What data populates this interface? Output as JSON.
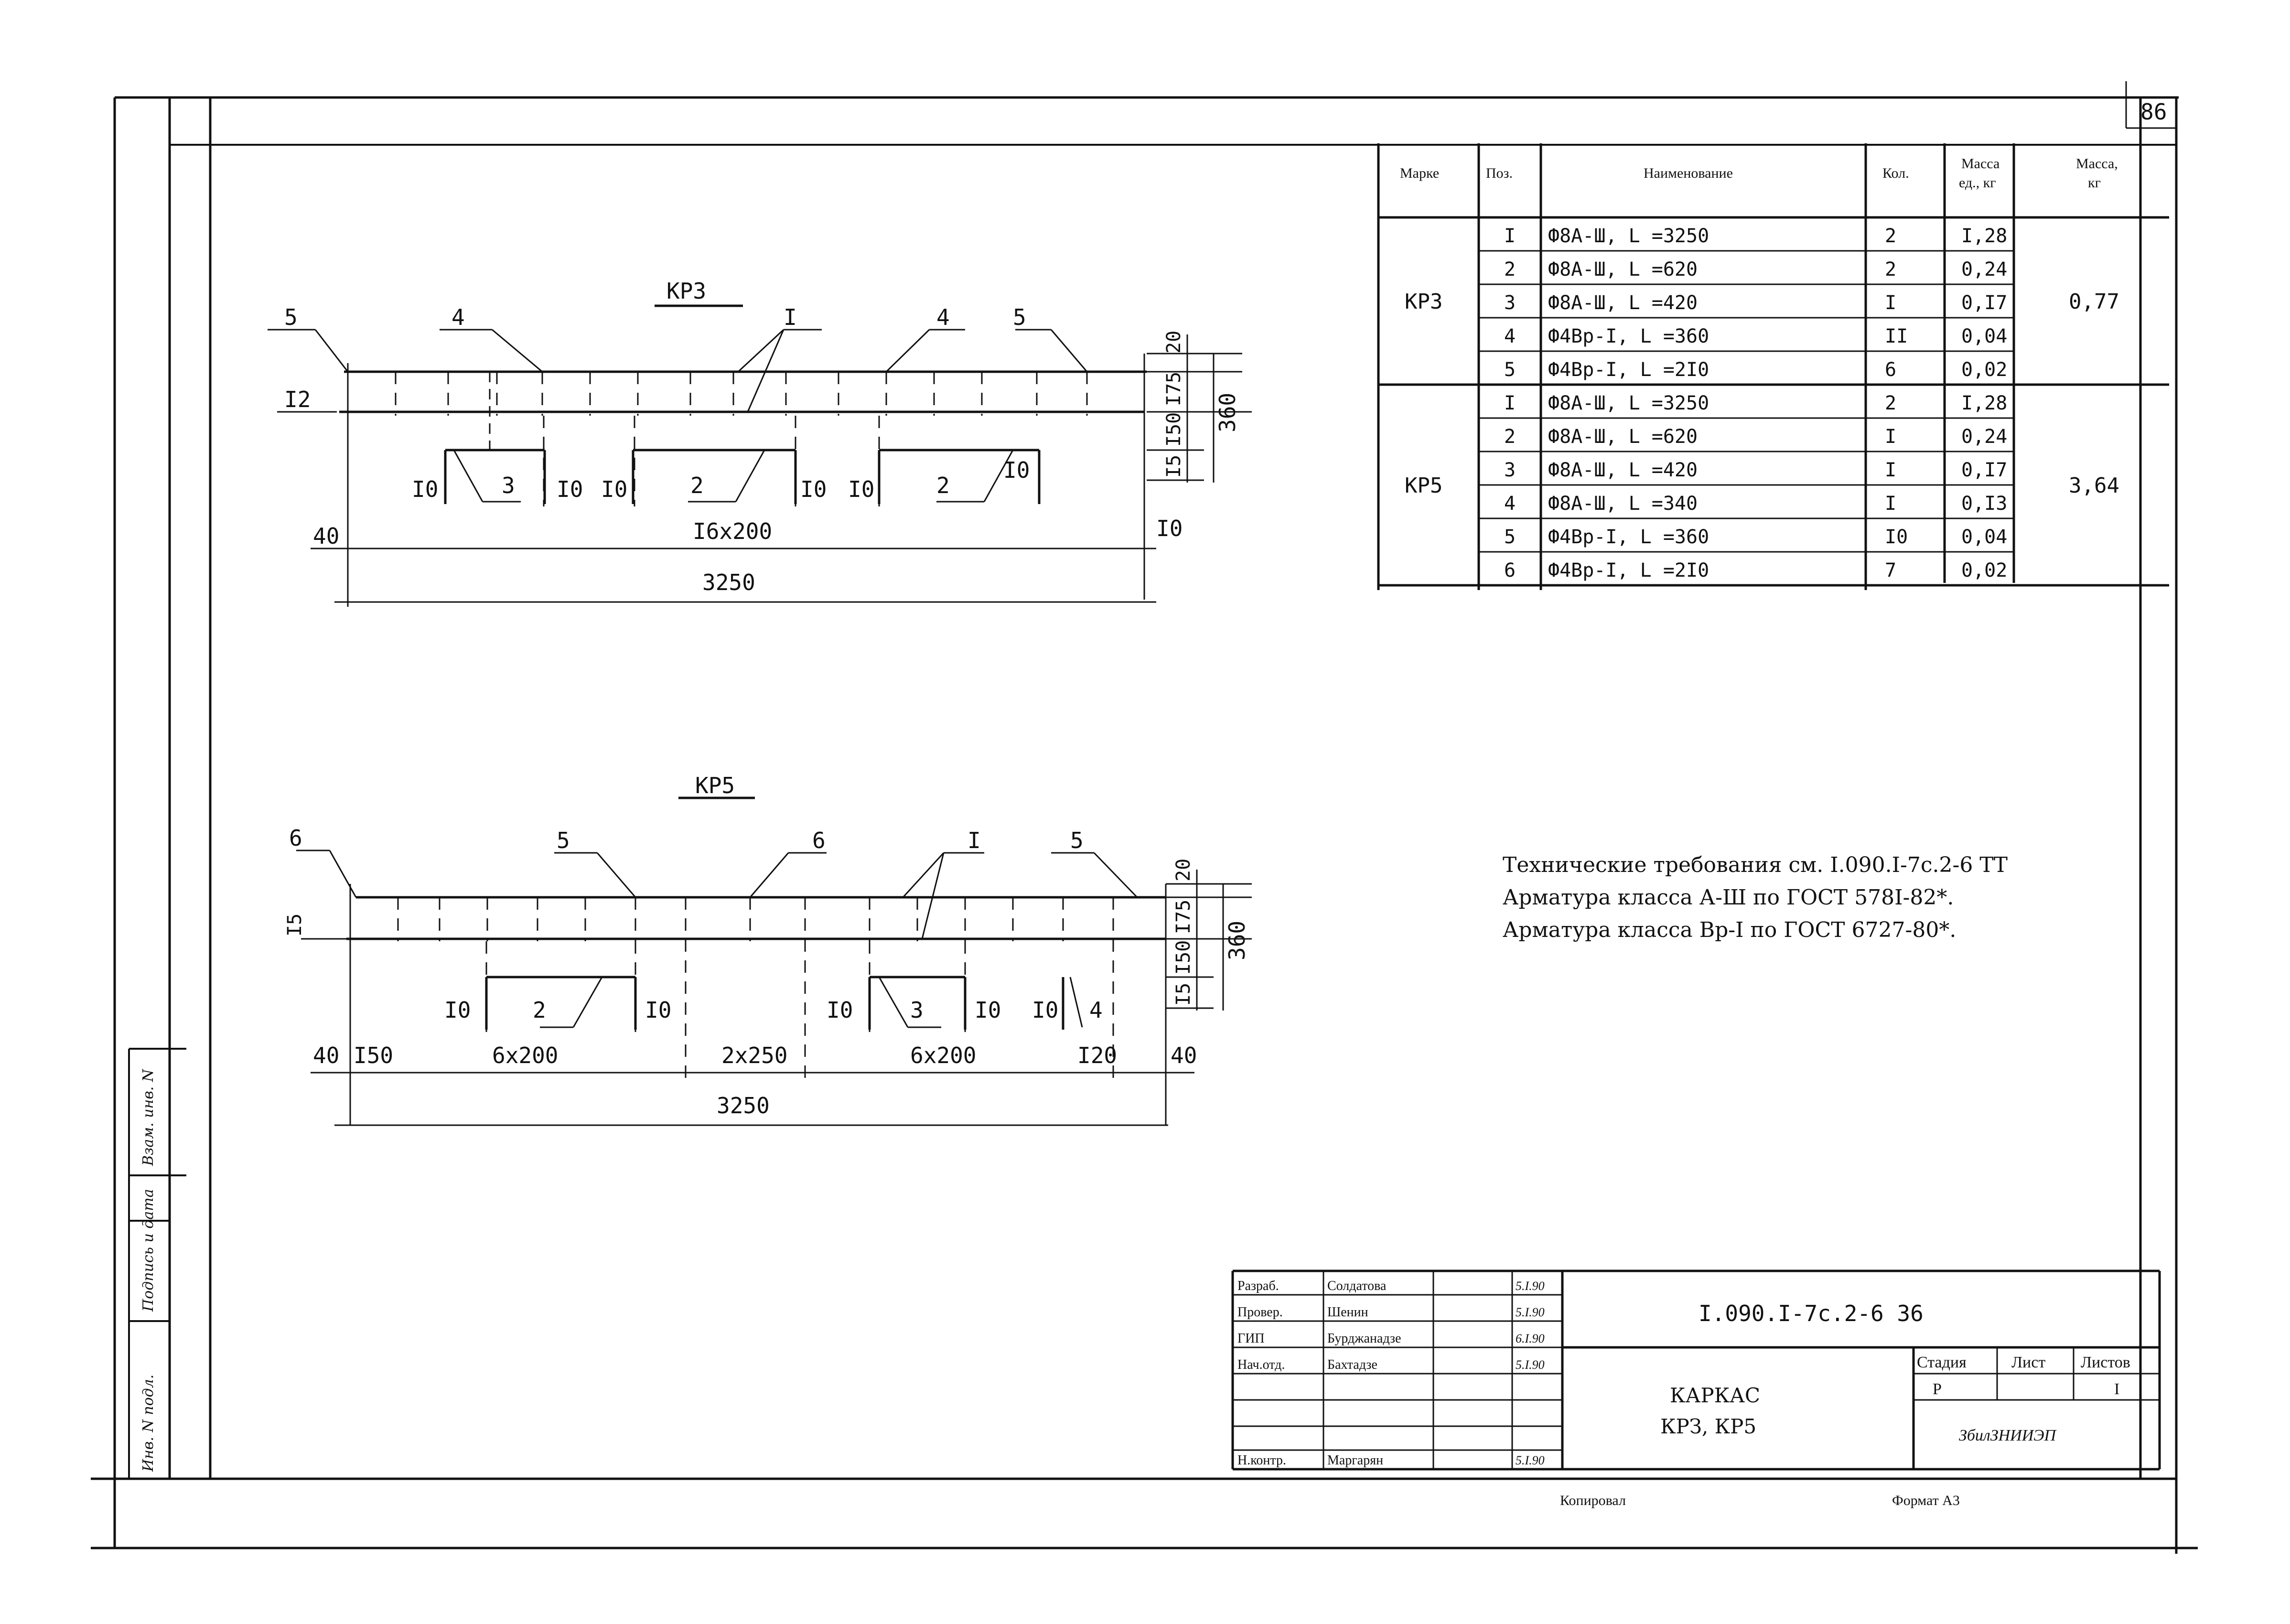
{
  "sheet_number": "86",
  "spec_table": {
    "headers": {
      "mark": "Марке",
      "pos": "Поз.",
      "name": "Наименование",
      "qty": "Кол.",
      "unit_mass": [
        "Масса",
        "ед., кг"
      ],
      "mass": [
        "Масса,",
        "кг"
      ]
    },
    "groups": [
      {
        "mark": "КРЗ",
        "mass": "0,77",
        "rows": [
          {
            "pos": "I",
            "name": "Ф8А-Ш,  L =3250",
            "qty": "2",
            "unit_mass": "I,28"
          },
          {
            "pos": "2",
            "name": "Ф8А-Ш,  L =620",
            "qty": "2",
            "unit_mass": "0,24"
          },
          {
            "pos": "3",
            "name": "Ф8А-Ш,  L =420",
            "qty": "I",
            "unit_mass": "0,I7"
          },
          {
            "pos": "4",
            "name": "Ф4Вр-I,  L =360",
            "qty": "II",
            "unit_mass": "0,04"
          },
          {
            "pos": "5",
            "name": "Ф4Вр-I,  L =2I0",
            "qty": "6",
            "unit_mass": "0,02"
          }
        ]
      },
      {
        "mark": "КР5",
        "mass": "3,64",
        "rows": [
          {
            "pos": "I",
            "name": "Ф8А-Ш,  L =3250",
            "qty": "2",
            "unit_mass": "I,28"
          },
          {
            "pos": "2",
            "name": "Ф8А-Ш,  L =620",
            "qty": "I",
            "unit_mass": "0,24"
          },
          {
            "pos": "3",
            "name": "Ф8А-Ш,  L =420",
            "qty": "I",
            "unit_mass": "0,I7"
          },
          {
            "pos": "4",
            "name": "Ф8А-Ш,  L =340",
            "qty": "I",
            "unit_mass": "0,I3"
          },
          {
            "pos": "5",
            "name": "Ф4Вр-I,  L =360",
            "qty": "I0",
            "unit_mass": "0,04"
          },
          {
            "pos": "6",
            "name": "Ф4Вр-I,  L =2I0",
            "qty": "7",
            "unit_mass": "0,02"
          }
        ]
      }
    ]
  },
  "notes": [
    "Технические требования см. I.090.I-7с.2-6 ТТ",
    "Арматура класса А-Ш по ГОСТ 578I-82*.",
    "Арматура класса Вр-I по ГОСТ 6727-80*."
  ],
  "drawing1": {
    "title": "КРЗ",
    "callouts": [
      "5",
      "4",
      "I",
      "4",
      "5"
    ],
    "side_mark": "I2",
    "inner_marks": [
      "3",
      "2",
      "2"
    ],
    "gaps": [
      "I0",
      "I0",
      "I0",
      "I0",
      "I0",
      "I0"
    ],
    "right_gap": "I0",
    "dims": {
      "spacing": "I6х200",
      "left": "40",
      "total": "3250"
    },
    "heights": [
      "20",
      "I75",
      "I50",
      "I5",
      "360"
    ]
  },
  "drawing2": {
    "title": "КР5",
    "callouts": [
      "6",
      "5",
      "6",
      "I",
      "5"
    ],
    "side_mark": "I5",
    "inner_marks": [
      "2",
      "3",
      "4"
    ],
    "gaps": [
      "I0",
      "I0",
      "I0",
      "I0",
      "I0"
    ],
    "dims": [
      "40",
      "I50",
      "6х200",
      "2х250",
      "6х200",
      "I20",
      "40"
    ],
    "total": "3250",
    "heights": [
      "20",
      "I75",
      "I50",
      "I5",
      "360"
    ]
  },
  "side_strip": [
    "Инв. N подл.",
    "Подпись и дата",
    "Взам. инв. N"
  ],
  "title_block": {
    "roles": [
      "Разраб.",
      "Провер.",
      "ГИП",
      "Нач.отд.",
      "",
      "",
      "Н.контр."
    ],
    "names": [
      "Солдатова",
      "Шенин",
      "Бурджанадзе",
      "Бахтадзе",
      "",
      "",
      "Маргарян"
    ],
    "dates": [
      "5.I.90",
      "5.I.90",
      "6.I.90",
      "5.I.90",
      "",
      "",
      "5.I.90"
    ],
    "doc_code": "I.090.I-7с.2-6 36",
    "object_title": [
      "КАРКАС",
      "КРЗ, КР5"
    ],
    "stage_header": "Стадия",
    "sheet_header": "Лист",
    "sheets_header": "Листов",
    "stage": "Р",
    "sheets": "I",
    "org": "ЗбилЗНИИЭП"
  },
  "footer": {
    "copied": "Копировал",
    "format": "Формат А3"
  }
}
